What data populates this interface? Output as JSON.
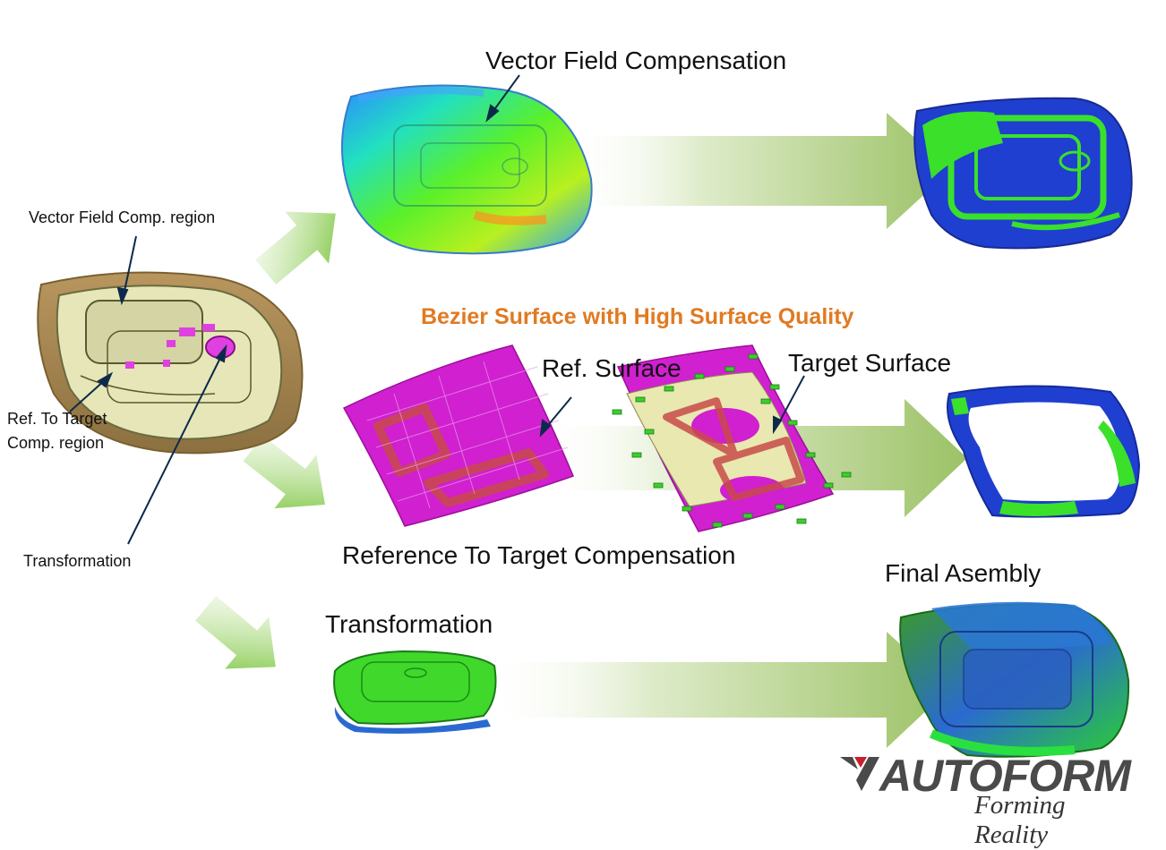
{
  "labels": {
    "vector_field_compensation": "Vector Field Compensation",
    "vector_field_comp_region": "Vector Field Comp. region",
    "ref_to_target_line1": "Ref. To Target",
    "ref_to_target_line2": "Comp. region",
    "transformation_small": "Transformation",
    "bezier_title": "Bezier Surface with High Surface Quality",
    "ref_surface": "Ref. Surface",
    "target_surface": "Target Surface",
    "reference_to_target": "Reference To Target Compensation",
    "final_assembly": "Final Asembly",
    "transformation_big": "Transformation"
  },
  "logo": {
    "brand": "AUTOFORM",
    "tagline": "Forming Reality",
    "brand_color": "#4a4a4a",
    "accent_color": "#c8202a"
  },
  "colors": {
    "arrow_green": "#8dc04a",
    "title_orange": "#e07a22",
    "part_magenta": "#d020d0",
    "part_blue": "#1f3fd0",
    "part_green": "#4ad82a",
    "part_tan": "#a88a5a"
  },
  "icons": [
    "vector-field-part-image",
    "source-part-image",
    "ref-surface-image",
    "target-surface-image",
    "ring-result-image",
    "transformation-part-image",
    "final-assembly-image",
    "autoform-logo-icon"
  ]
}
